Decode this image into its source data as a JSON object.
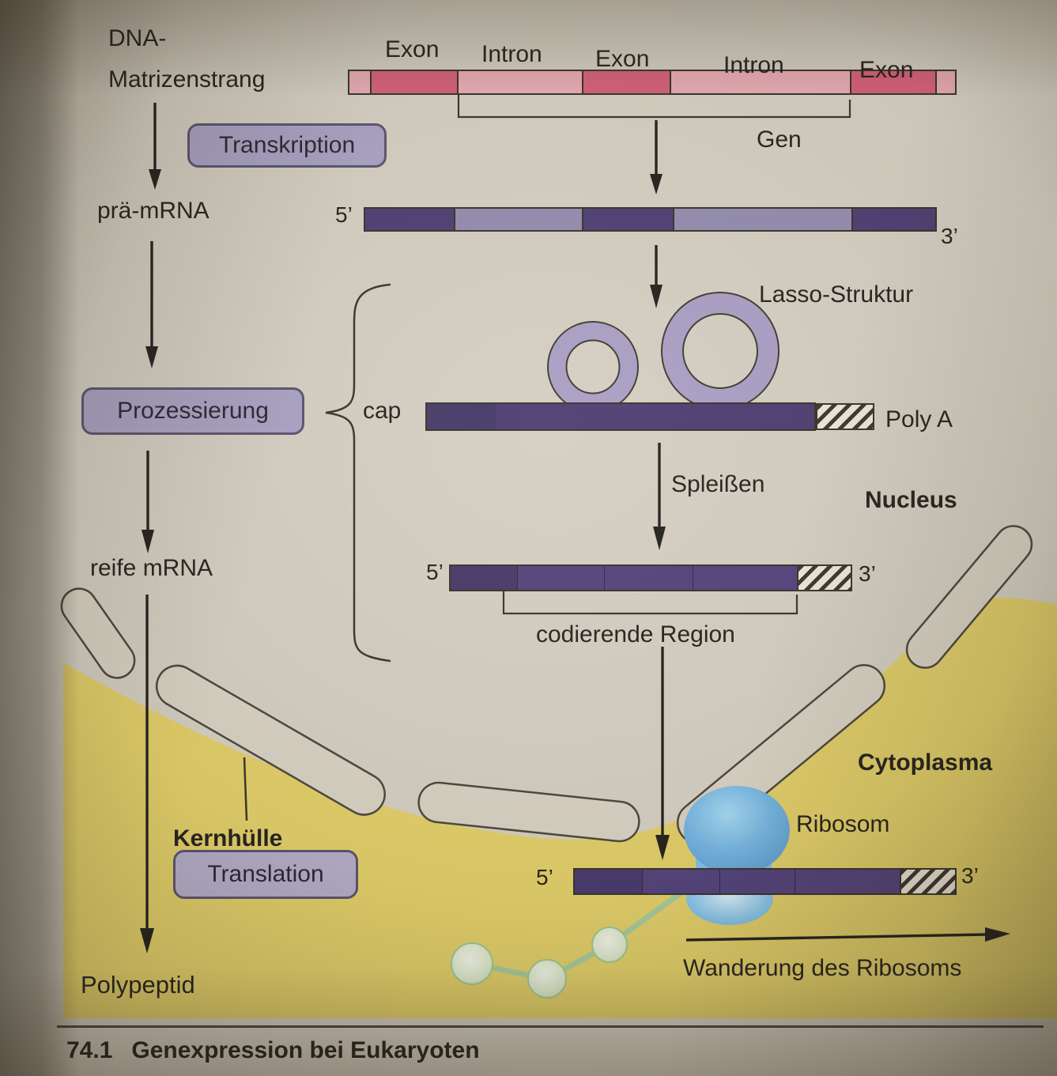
{
  "colors": {
    "page": "#d5cfc3",
    "cytoplasm_yellow": "#e2cf6a",
    "dna_exon": "#d5607a",
    "dna_intron": "#e7abb4",
    "rna_exon": "#4d3f73",
    "rna_intron": "#938cae",
    "mature_mrna": "#53437c",
    "lasso_ribbon": "#a89fc5",
    "process_box": "#a9a2c3",
    "ribosome_blue": "#7fc0e8",
    "polypeptide_green": "#cfe3c2",
    "text": "#26231e"
  },
  "dna": {
    "label_line1": "DNA-",
    "label_line2": "Matrizenstrang",
    "segment_labels": [
      "Exon",
      "Intron",
      "Exon",
      "Intron",
      "Exon"
    ],
    "gene_label": "Gen"
  },
  "steps": {
    "transcription": "Transkription",
    "processing": "Prozessierung",
    "splicing": "Spleißen",
    "translation": "Translation"
  },
  "pre_mrna": {
    "label": "prä-mRNA",
    "five_prime": "5’",
    "three_prime": "3’"
  },
  "processing_details": {
    "cap": "cap",
    "lasso": "Lasso-Struktur",
    "poly_a": "Poly A"
  },
  "mature_mrna": {
    "label": "reife mRNA",
    "five_prime": "5’",
    "three_prime": "3’",
    "coding_region": "codierende Region"
  },
  "compartments": {
    "nucleus": "Nucleus",
    "envelope": "Kernhülle",
    "cytoplasm": "Cytoplasma"
  },
  "translation_zone": {
    "five_prime": "5’",
    "three_prime": "3’",
    "ribosome": "Ribosom",
    "migration": "Wanderung des Ribosoms",
    "polypeptide": "Polypeptid"
  },
  "caption": {
    "number": "74.1",
    "title": "Genexpression bei Eukaryoten"
  }
}
